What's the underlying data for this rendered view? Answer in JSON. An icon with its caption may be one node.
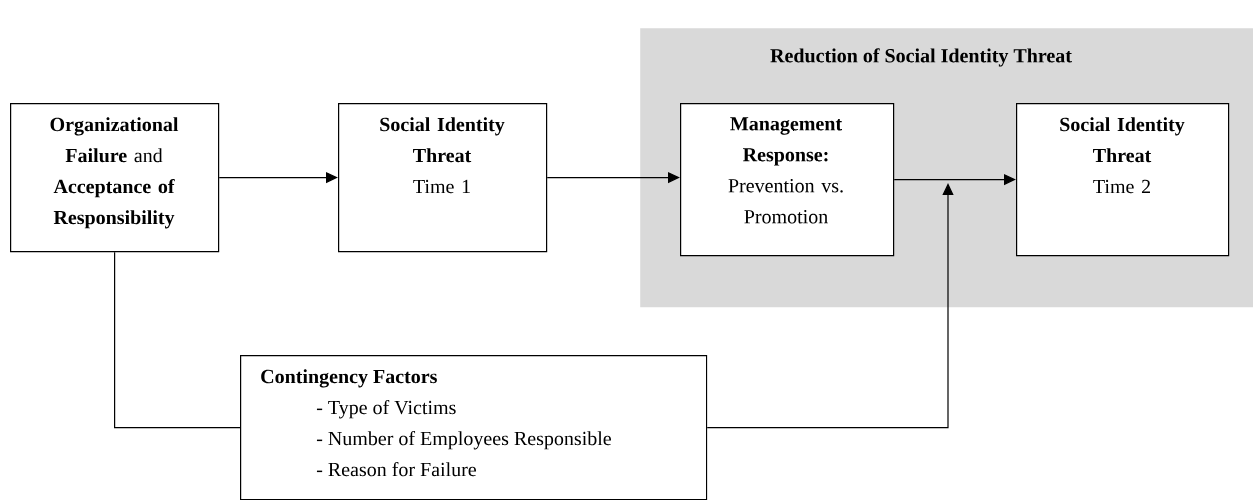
{
  "diagram": {
    "nodes": [
      {
        "text": [
          "**Organizational Failure** and **Acceptance of Responsibility**"
        ]
      },
      {
        "text": [
          "Social Identity Threat",
          "Time 1"
        ]
      },
      {
        "text": [
          "Reduction of Social Identity Threat"
        ]
      },
      {
        "text": [
          "Management Response:",
          "Prevention vs. Promotion"
        ],
        "in": 2
      },
      {
        "text": [
          "Social Identity Threat",
          "Time 2"
        ],
        "in": 2
      },
      {
        "text": [
          "Contingency Factors",
          "- Type of Victims",
          "- Number of Employees Responsible",
          "- Reason for Failure"
        ]
      }
    ],
    "edges": [
      {
        "from": 0,
        "to": 1,
        "arrow": "to"
      },
      {
        "from": 1,
        "to": 3,
        "arrow": "to"
      },
      {
        "from": 3,
        "to": 4,
        "arrow": "to"
      },
      {
        "from": 0,
        "to": 5,
        "arrow": "none"
      },
      {
        "from": 5,
        "to": null,
        "arrow": "to"
      }
    ]
  }
}
